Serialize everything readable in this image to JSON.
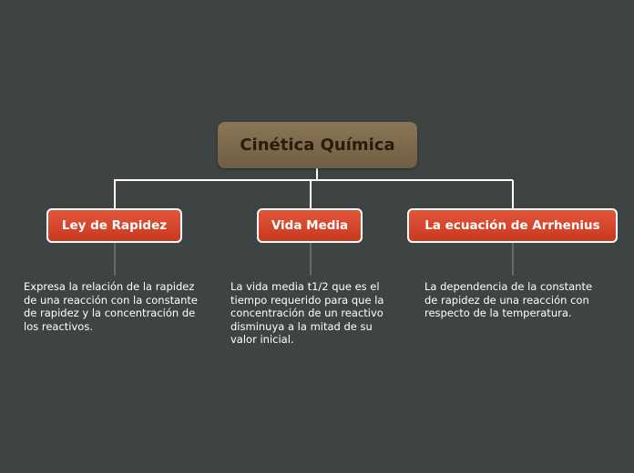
{
  "root": {
    "label": "Cinética Química"
  },
  "children": [
    {
      "label": "Ley de Rapidez",
      "note": "Expresa la relación de la rapidez\nde una reacción  con la constante\nde rapidez y la concentración de\nlos reactivos."
    },
    {
      "label": "Vida Media",
      "note": "La vida media t1/2 que es el\ntiempo requerido para que  la\nconcentración de un reactivo\ndisminuya a la mitad de su\nvalor inicial."
    },
    {
      "label": "La ecuación de Arrhenius",
      "note": "La dependencia de la constante\n   de rapidez de una reacción con\nrespecto  de la temperatura."
    }
  ],
  "colors": {
    "background": "#3e4444",
    "root_fill": "#7d6a4c",
    "root_text": "#2c1b0b",
    "child_fill": "#d9482b",
    "child_border": "#ffffff",
    "connector": "#ffffff",
    "note_connector": "#8a8e8e"
  }
}
